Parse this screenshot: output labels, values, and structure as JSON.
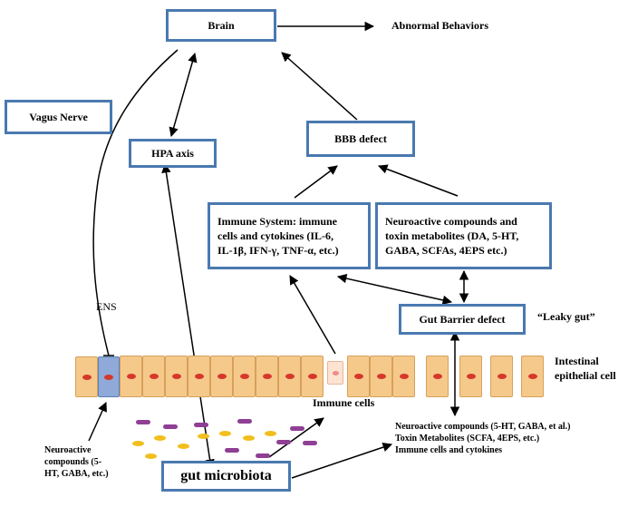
{
  "nodes": {
    "brain": "Brain",
    "abnormal_behaviors": "Abnormal Behaviors",
    "vagus_nerve": "Vagus Nerve",
    "hpa_axis": "HPA axis",
    "bbb_defect": "BBB defect",
    "immune_system": [
      "Immune System: immune",
      "cells and cytokines (IL-6,",
      "IL-1β, IFN-γ, TNF-α, etc.)"
    ],
    "neuroactive_box": [
      "Neuroactive compounds and",
      "toxin metabolites (DA, 5-HT,",
      "GABA, SCFAs, 4EPS  etc.)"
    ],
    "gut_barrier": "Gut Barrier defect",
    "leaky_gut": "“Leaky gut”",
    "ens": "ENS",
    "intestinal_cell": [
      "Intestinal",
      "epithelial cell"
    ],
    "immune_cells": "Immune cells",
    "gut_microbiota": "gut microbiota",
    "neuroactive_left": [
      "Neuroactive",
      "compounds (5-",
      "HT, GABA, etc.)"
    ],
    "bottom_right": [
      "Neuroactive compounds (5-HT, GABA, et al.)",
      "Toxin Metabolites (SCFA, 4EPS, etc.)",
      "Immune cells and cytokines"
    ]
  },
  "colors": {
    "box_border": "#4a79b0",
    "cell_fill": "#f5c98a",
    "cell_nucleus": "#d6372b",
    "ens_cell": "#8fa9d8",
    "bacteria_rod": "#8f3f94",
    "bacteria_oval": "#f1bf1d"
  }
}
